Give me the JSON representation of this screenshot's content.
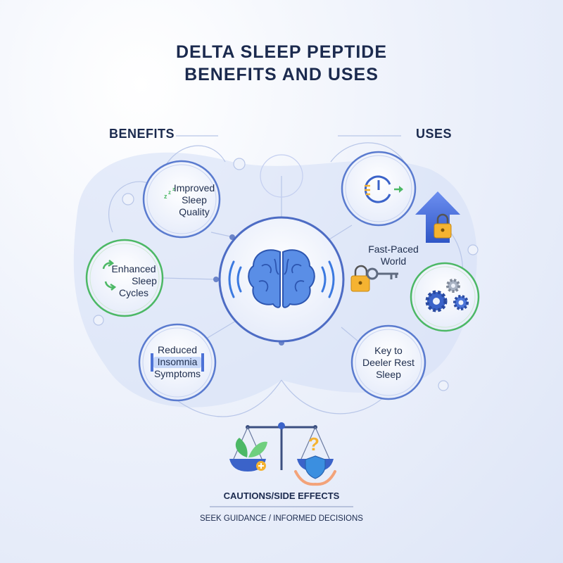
{
  "title": {
    "line1": "DELTA SLEEP PEPTIDE",
    "line2": "BENEFITS AND USES"
  },
  "sections": {
    "benefits": "BENEFITS",
    "uses": "USES"
  },
  "benefits": [
    {
      "lines": [
        "Improved",
        "Sleep",
        "Quality"
      ],
      "icon": "moon-zzz-icon"
    },
    {
      "lines": [
        "Enhanced",
        "Sleep",
        "Cycles"
      ],
      "icon": "cycle-arrows-icon"
    },
    {
      "lines": [
        "Reduced",
        "Insomnia",
        "Symptoms"
      ],
      "icon": "bed-icon"
    }
  ],
  "uses": [
    {
      "lines": [
        "Fast-Paced",
        "World"
      ],
      "icon": "clock-speed-icon"
    },
    {
      "lines": [
        "Key to",
        "Deeler Rest",
        "Sleep"
      ],
      "icon": "key-icon"
    }
  ],
  "cautions": {
    "label": "CAUTIONS/SIDE EFFECTS",
    "guidance": "SEEK GUIDANCE / INFORMED DECISIONS"
  },
  "colors": {
    "navy": "#1b2a4e",
    "accent_blue": "#3f6fd9",
    "green": "#4cb865",
    "amber": "#f5b331"
  }
}
